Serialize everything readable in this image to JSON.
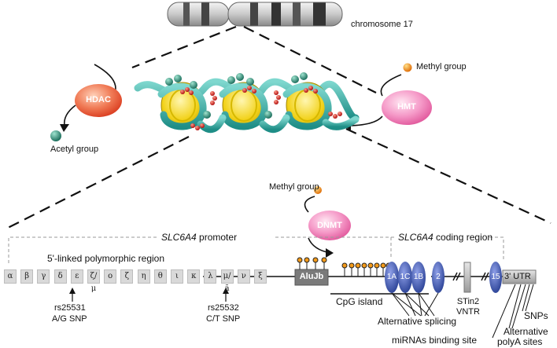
{
  "labels": {
    "chromosome": "chromosome 17",
    "hdac": "HDAC",
    "acetyl_group": "Acetyl group",
    "methyl_group_top": "Methyl group",
    "hmt": "HMT",
    "methyl_group_mid": "Methyl group",
    "dnmt": "DNMT",
    "promoter_gene": "SLC6A4",
    "promoter_word": "promoter",
    "coding_gene": "SLC6A4",
    "coding_word": "coding region",
    "polymorphic_region": "5'-linked polymorphic region",
    "alujb": "AluJb",
    "rs25531": "rs25531",
    "ag_snp": "A/G SNP",
    "rs25532": "rs25532",
    "ct_snp": "C/T SNP",
    "cpg_island": "CpG  island",
    "alt_splicing": "Alternative splicing",
    "stin2": "STin2",
    "vntr": "VNTR",
    "mirna_site": "miRNAs binding site",
    "alternative": "Alternative",
    "polya": "polyA sites",
    "snps": "SNPs",
    "utr": "3' UTR"
  },
  "promoter_elements": [
    "α",
    "β",
    "γ",
    "δ",
    "ε",
    "ζ/μ",
    "o",
    "ζ",
    "η",
    "θ",
    "ι",
    "κ",
    "λ",
    "μ/ã",
    "ν",
    "ξ"
  ],
  "exons": [
    "1A",
    "1C",
    "1B",
    "2",
    "15"
  ],
  "colors": {
    "hdac": "#ee5a3c",
    "hmt": "#f06aa8",
    "dnmt": "#f06aa8",
    "histone": "#f2d21a",
    "dna_helix": "#3cb6b0",
    "acetyl": "#2f8f7a",
    "methyl": "#f39a1a",
    "exon": "#3a4fa8",
    "alujb": "#777777"
  }
}
